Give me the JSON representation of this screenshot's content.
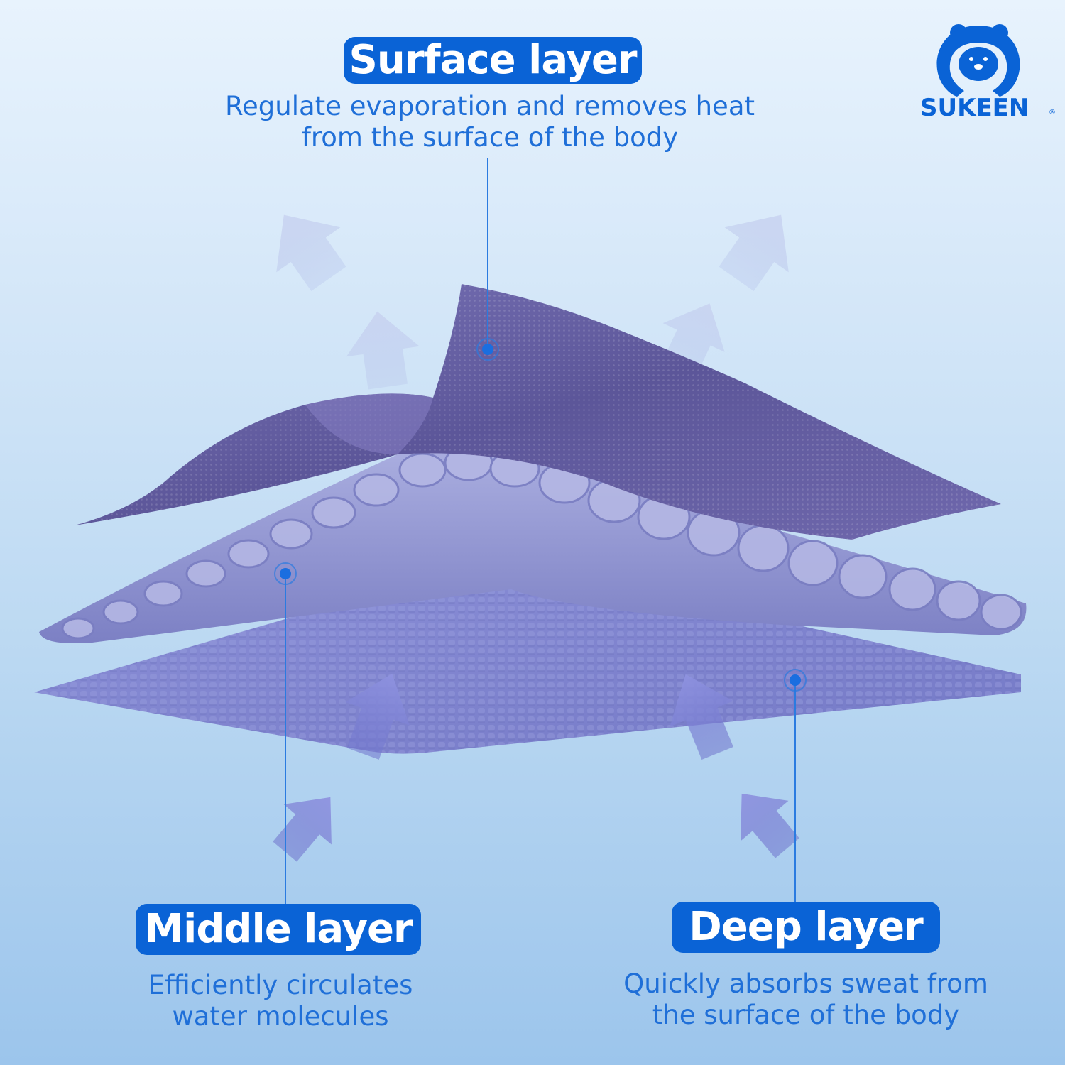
{
  "brand": {
    "name": "SUKEEN",
    "mark": "®",
    "logo_icon": "bear-head-icon",
    "color": "#0a63d6"
  },
  "layers": {
    "surface": {
      "title": "Surface layer",
      "desc_line1": "Regulate evaporation and removes heat",
      "desc_line2": "from the surface of the body"
    },
    "middle": {
      "title": "Middle layer",
      "desc_line1": "Efficiently circulates",
      "desc_line2": "water molecules"
    },
    "deep": {
      "title": "Deep layer",
      "desc_line1": "Quickly absorbs sweat from",
      "desc_line2": "the surface of the body"
    }
  },
  "colors": {
    "accent": "#0a63d6",
    "text": "#1f6fd8",
    "surface_fabric": "#6a62a8",
    "middle_fabric": "#8f93d0",
    "deep_fabric": "#7f85cf"
  }
}
